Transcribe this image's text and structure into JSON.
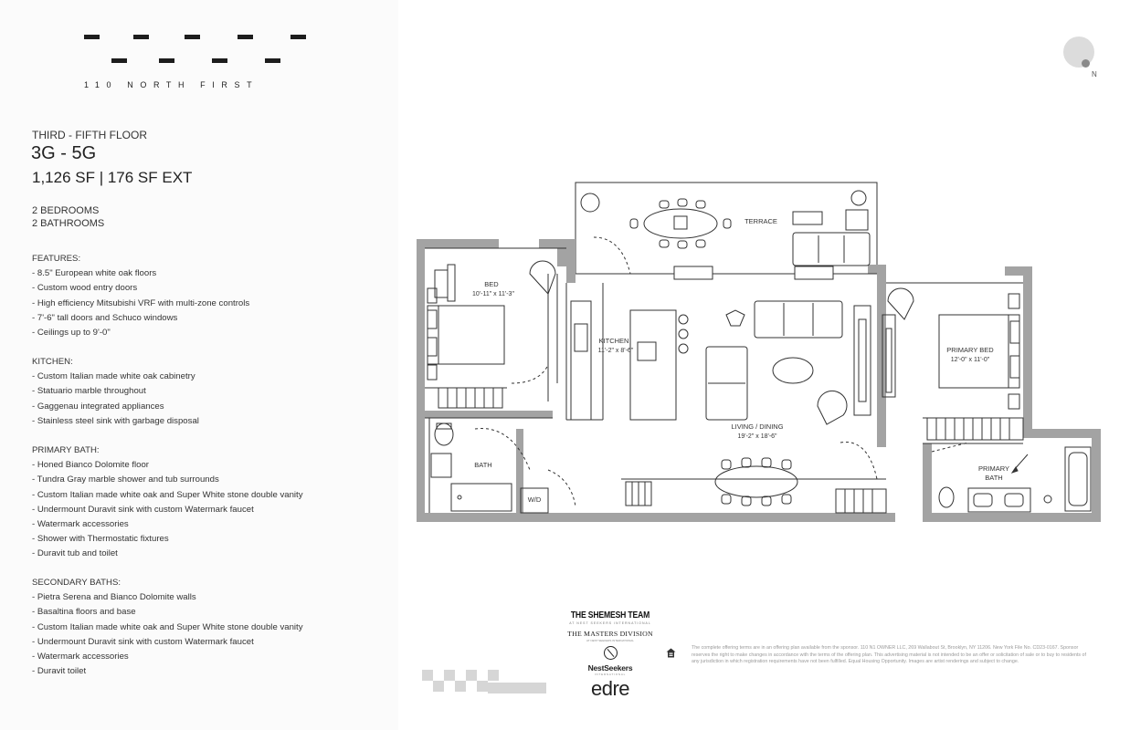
{
  "brand": {
    "name": "110 NORTH FIRST"
  },
  "unit": {
    "floor": "THIRD - FIFTH FLOOR",
    "number": "3G - 5G",
    "area": "1,126 SF | 176 SF EXT",
    "bedrooms": "2 BEDROOMS",
    "bathrooms": "2 BATHROOMS"
  },
  "features": {
    "title": "FEATURES:",
    "items": [
      "- 8.5\" European white oak floors",
      "- Custom wood entry doors",
      "- High efficiency Mitsubishi VRF with multi-zone controls",
      "- 7'-6\" tall doors and Schuco windows",
      "- Ceilings up to 9'-0\""
    ]
  },
  "kitchen": {
    "title": "KITCHEN:",
    "items": [
      "- Custom Italian made white oak cabinetry",
      "- Statuario marble throughout",
      "- Gaggenau integrated appliances",
      "- Stainless steel sink with garbage disposal"
    ]
  },
  "primary_bath": {
    "title": "PRIMARY BATH:",
    "items": [
      "- Honed Bianco Dolomite floor",
      "- Tundra Gray marble shower and tub surrounds",
      "- Custom Italian made white oak and Super White stone double vanity",
      "- Undermount Duravit sink with custom Watermark faucet",
      "- Watermark accessories",
      "- Shower with Thermostatic fixtures",
      "- Duravit tub and toilet"
    ]
  },
  "secondary_baths": {
    "title": "SECONDARY BATHS:",
    "items": [
      "- Pietra Serena and Bianco Dolomite walls",
      "- Basaltina floors and base",
      "- Custom Italian made white oak and Super White stone double vanity",
      "- Undermount Duravit sink with custom Watermark faucet",
      "- Watermark accessories",
      "- Duravit toilet"
    ]
  },
  "rooms": {
    "terrace": "TERRACE",
    "bed_name": "BED",
    "bed_dim": "10'-11\" x 11'-3\"",
    "kitchen_name": "KITCHEN",
    "kitchen_dim": "11'-2\" x 8'-6\"",
    "living_name": "LIVING / DINING",
    "living_dim": "19'-2\" x 18'-6\"",
    "primary_bed_name": "PRIMARY BED",
    "primary_bed_dim": "12'-0\" x 11'-0\"",
    "bath": "BATH",
    "wd": "W/D",
    "primary_bath_1": "PRIMARY",
    "primary_bath_2": "BATH"
  },
  "compass": {
    "label": "N"
  },
  "brokers": {
    "team": "THE SHEMESH TEAM",
    "team_sub": "AT NEST SEEKERS INTERNATIONAL",
    "division": "THE MASTERS DIVISION",
    "division_sub": "AT NEST SEEKERS INTERNATIONAL",
    "nest": "NestSeekers",
    "nest_sub": "INTERNATIONAL",
    "edre": "edre"
  },
  "disclaimer": "The complete offering terms are in an offering plan available from the sponsor. 110 N1 OWNER LLC, 269 Wallabout St, Brooklyn, NY 11206. New York File No. CD23-0167. Sponsor reserves the right to make changes in accordance with the terms of the offering plan. This advertising material is not intended to be an offer or solicitation of sale or to buy to residents of any jurisdiction in which registration requirements have not been fulfilled. Equal Housing Opportunity. Images are artist renderings and subject to change.",
  "colors": {
    "wall": "#9a9a9a",
    "line": "#333333",
    "accent": "#1d1d1d"
  }
}
